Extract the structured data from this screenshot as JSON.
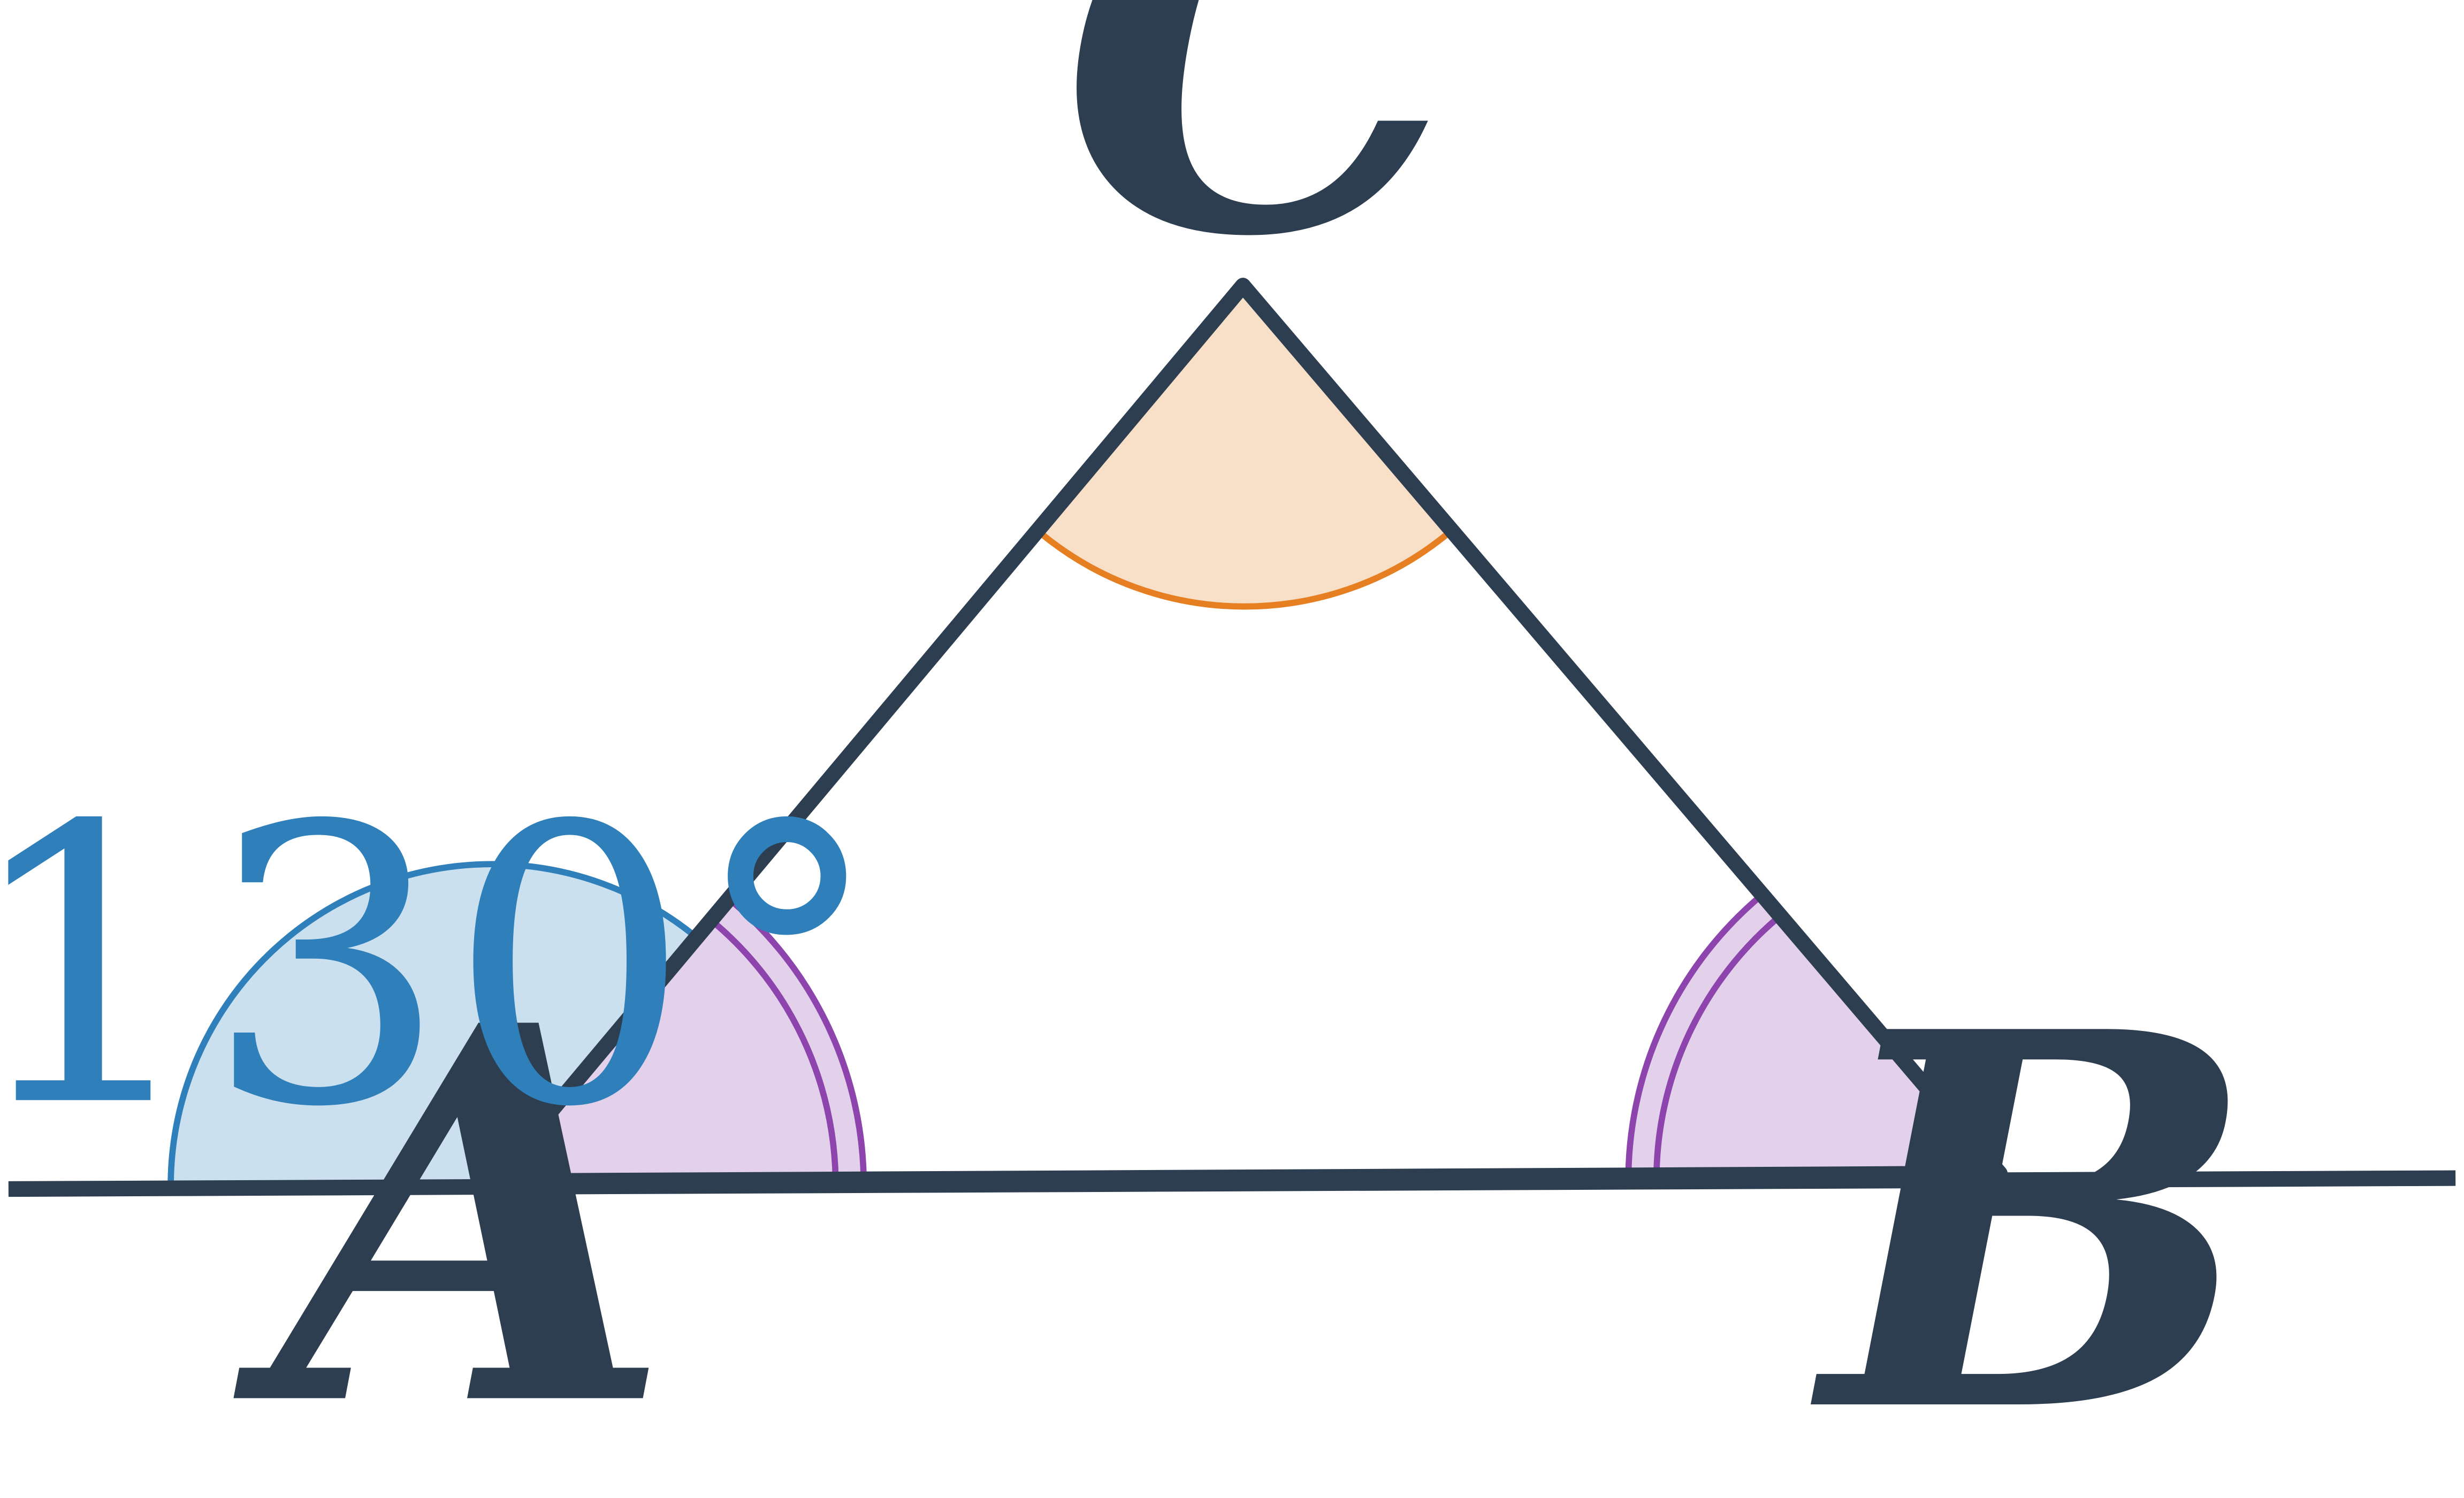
{
  "labels": {
    "vertex_a": "A",
    "vertex_b": "B",
    "vertex_c": "C",
    "exterior_angle": "130°"
  },
  "colors": {
    "line": "#2d3e50",
    "exterior_fill": "#cbe0ef",
    "exterior_stroke": "#2e7fba",
    "equal_angle_fill": "#e3d1eb",
    "equal_angle_stroke": "#8e44ad",
    "apex_fill": "#f8dfc8",
    "apex_stroke": "#e67e22"
  }
}
